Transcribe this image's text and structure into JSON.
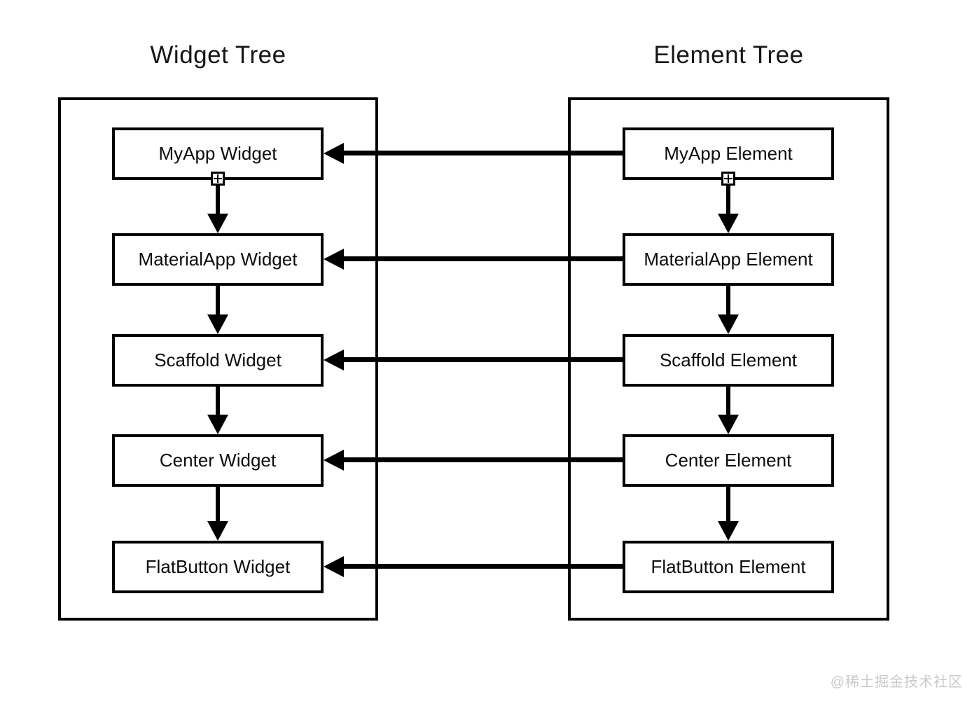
{
  "diagram": {
    "widget_tree": {
      "title": "Widget Tree",
      "nodes": [
        "MyApp Widget",
        "MaterialApp Widget",
        "Scaffold Widget",
        "Center Widget",
        "FlatButton Widget"
      ]
    },
    "element_tree": {
      "title": "Element Tree",
      "nodes": [
        "MyApp Element",
        "MaterialApp Element",
        "Scaffold Element",
        "Center Element",
        "FlatButton Element"
      ]
    },
    "relations": {
      "horizontal_arrow_meaning": "each Element points to its Widget",
      "vertical_arrow_meaning": "parent to child"
    },
    "colors": {
      "line": "#000000",
      "background": "#ffffff",
      "watermark": "#c9c9c9"
    },
    "watermark": "@稀土掘金技术社区"
  }
}
